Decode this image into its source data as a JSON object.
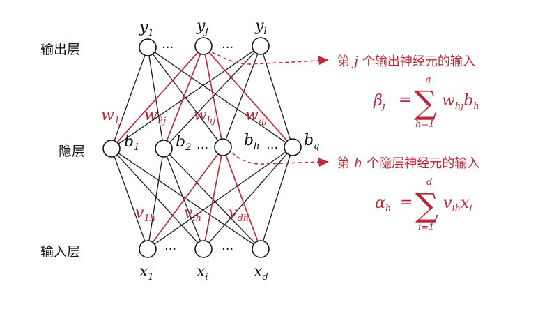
{
  "layers": {
    "output": "输出层",
    "hidden": "隐层",
    "input": "输入层"
  },
  "dots": "···",
  "output_nodes": [
    {
      "var": "y",
      "sub": "1"
    },
    {
      "var": "y",
      "sub": "j"
    },
    {
      "var": "y",
      "sub": "l"
    }
  ],
  "hidden_nodes": [
    {
      "var": "b",
      "sub": "1"
    },
    {
      "var": "b",
      "sub": "2"
    },
    {
      "var": "b",
      "sub": "h"
    },
    {
      "var": "b",
      "sub": "q"
    }
  ],
  "input_nodes": [
    {
      "var": "x",
      "sub": "1"
    },
    {
      "var": "x",
      "sub": "i"
    },
    {
      "var": "x",
      "sub": "d"
    }
  ],
  "weights_w": [
    {
      "var": "w",
      "sub": "1j"
    },
    {
      "var": "w",
      "sub": "2j"
    },
    {
      "var": "w",
      "sub": "hj"
    },
    {
      "var": "w",
      "sub": "qj"
    }
  ],
  "weights_v": [
    {
      "var": "v",
      "sub": "1h"
    },
    {
      "var": "v",
      "sub": "ih"
    },
    {
      "var": "v",
      "sub": "dh"
    }
  ],
  "annotation_output": {
    "prefix": "第",
    "var": "j",
    "suffix": "个输出神经元的输入",
    "formula_lhs": "β",
    "formula_lhs_sub": "j",
    "formula_eq": "=",
    "sum_top": "q",
    "sum_bottom": "h=1",
    "term1": "w",
    "term1_sub": "hj",
    "term2": "b",
    "term2_sub": "h"
  },
  "annotation_hidden": {
    "prefix": "第",
    "var": "h",
    "suffix": "个隐层神经元的输入",
    "formula_lhs": "α",
    "formula_lhs_sub": "h",
    "formula_eq": "=",
    "sum_top": "d",
    "sum_bottom": "i=1",
    "term1": "v",
    "term1_sub": "ih",
    "term2": "x",
    "term2_sub": "i"
  },
  "colors": {
    "highlight": "#c0283c",
    "ink": "#1a1a1a"
  }
}
